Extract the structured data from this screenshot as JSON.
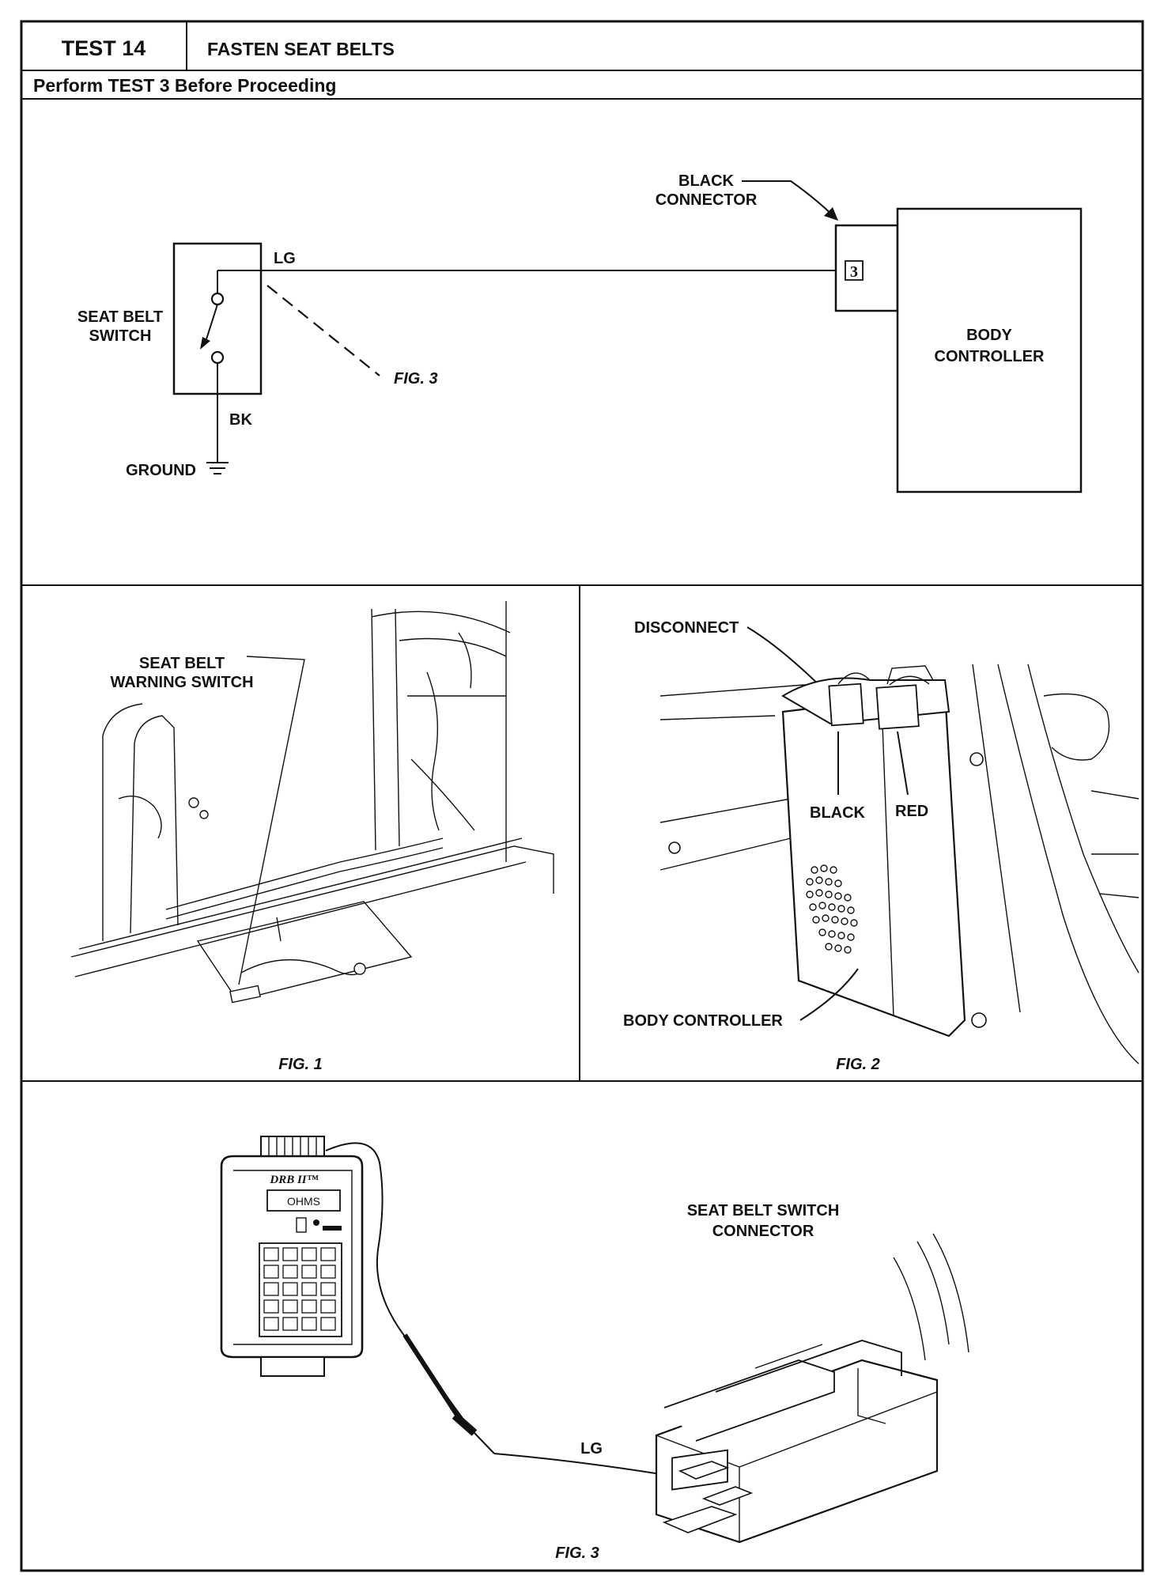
{
  "header": {
    "test_number": "TEST 14",
    "test_title": "FASTEN SEAT BELTS",
    "prerequisite": "Perform TEST 3 Before Proceeding"
  },
  "schematic": {
    "switch_label_line1": "SEAT BELT",
    "switch_label_line2": "SWITCH",
    "wire_lg": "LG",
    "wire_bk": "BK",
    "ground": "GROUND",
    "connector_line1": "BLACK",
    "connector_line2": "CONNECTOR",
    "pin": "3",
    "controller_line1": "BODY",
    "controller_line2": "CONTROLLER",
    "fig_ref": "FIG. 3"
  },
  "fig1": {
    "label_line1": "SEAT BELT",
    "label_line2": "WARNING SWITCH",
    "caption": "FIG. 1"
  },
  "fig2": {
    "disconnect": "DISCONNECT",
    "black": "BLACK",
    "red": "RED",
    "body_controller": "BODY CONTROLLER",
    "caption": "FIG. 2"
  },
  "fig3": {
    "tester_brand": "DRB II™",
    "tester_display": "OHMS",
    "wire_label": "LG",
    "connector_line1": "SEAT BELT SWITCH",
    "connector_line2": "CONNECTOR",
    "caption": "FIG. 3"
  }
}
